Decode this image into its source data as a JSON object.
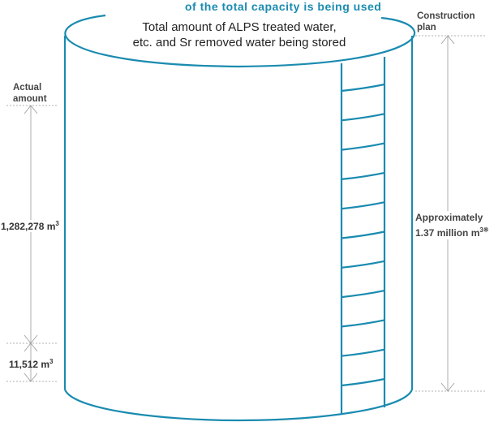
{
  "headline": "of the total capacity is being used",
  "tank": {
    "title_line1": "Total amount of ALPS treated water,",
    "title_line2": "etc. and Sr removed water being stored"
  },
  "left": {
    "label_line1": "Actual",
    "label_line2": "amount",
    "value_main": "1,282,278 m",
    "value_main_sup": "3",
    "value_small": "11,512 m",
    "value_small_sup": "3"
  },
  "right": {
    "label_line1": "Construction",
    "label_line2": "plan",
    "value_line1": "Approximately",
    "value_line2": "1.37 million m",
    "value_sup": "3※"
  },
  "colors": {
    "tank": "#1a8bb0",
    "text": "#333333",
    "guide": "#999999"
  }
}
